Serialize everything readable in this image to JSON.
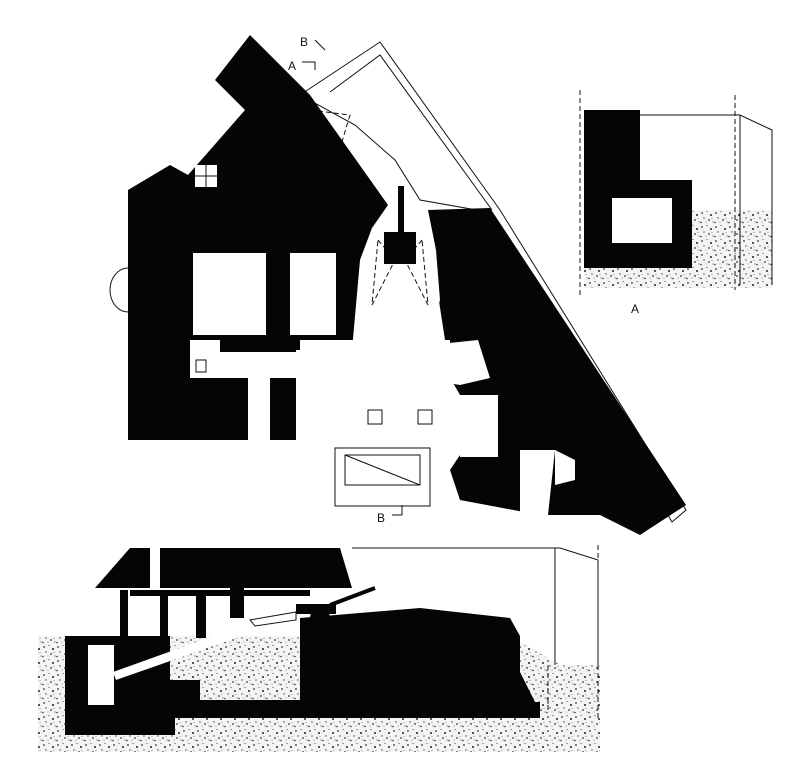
{
  "plan": {
    "section_marks": {
      "a_top": "A",
      "b_top": "B",
      "b_bottom": "B"
    }
  },
  "section_a": {
    "caption": "A"
  },
  "colors": {
    "ink": "#050505",
    "paper": "#ffffff",
    "earth_dots": "#333333"
  }
}
